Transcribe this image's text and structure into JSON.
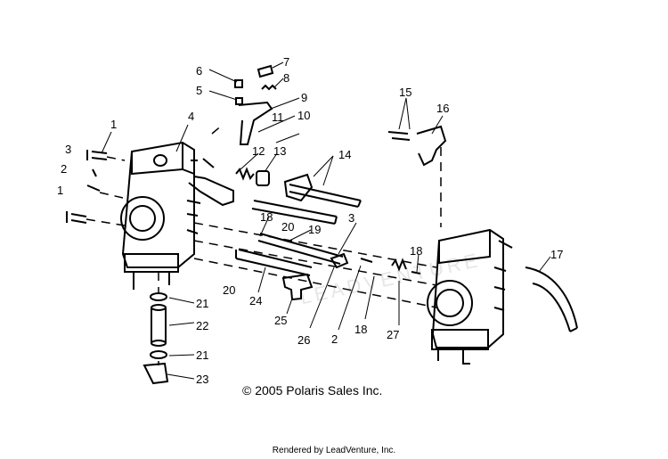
{
  "callouts": [
    "1",
    "2",
    "3",
    "4",
    "5",
    "6",
    "7",
    "8",
    "9",
    "10",
    "11",
    "12",
    "13",
    "14",
    "15",
    "16",
    "17",
    "18",
    "19",
    "20",
    "21",
    "22",
    "23",
    "24",
    "25",
    "26",
    "27"
  ],
  "copyright": "© 2005 Polaris Sales Inc.",
  "footer": "Rendered by LeadVenture, Inc.",
  "watermark": "LEADVENTURE"
}
